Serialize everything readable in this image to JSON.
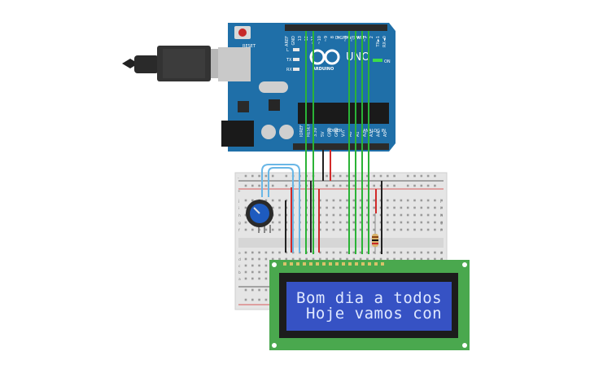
{
  "board": {
    "reset_label": "RESET",
    "brand_label": "ARDUINO",
    "model_label": "UNO",
    "digital_header": "DIGITAL (PWM~)",
    "power_header": "POWER",
    "analog_header": "ANALOG IN",
    "on_label": "ON",
    "led_labels": [
      "L",
      "TX",
      "RX"
    ],
    "top_pins": [
      "AREF",
      "GND",
      "13",
      "12",
      "~11",
      "~10",
      "~9",
      "8",
      "7",
      "~6",
      "~5",
      "4",
      "~3",
      "2",
      "TX►1",
      "RX◄0"
    ],
    "bottom_pins": [
      "IOREF",
      "RESET",
      "3.3V",
      "5V",
      "GND",
      "GND",
      "Vin",
      "A0",
      "A1",
      "A2",
      "A3",
      "A4",
      "A5"
    ],
    "colors": {
      "pcb": "#1f6fa8",
      "header": "#2b2b2b",
      "led_on": "#3ddc4a"
    }
  },
  "breadboard": {
    "row_letters": [
      "j",
      "i",
      "h",
      "g",
      "f",
      "e",
      "d",
      "c",
      "b",
      "a"
    ],
    "rail_plus": "+",
    "rail_minus": "-"
  },
  "lcd": {
    "line1": "Bom dia a todos",
    "line2": " Hoje vamos con",
    "colors": {
      "pcb": "#4aa84e",
      "bezel": "#1c1c1c",
      "screen": "#3652c4"
    }
  },
  "wires": {
    "colors": {
      "green": "#2bb336",
      "red": "#d22a2a",
      "black": "#222222",
      "blue": "#6ab7e6"
    }
  }
}
